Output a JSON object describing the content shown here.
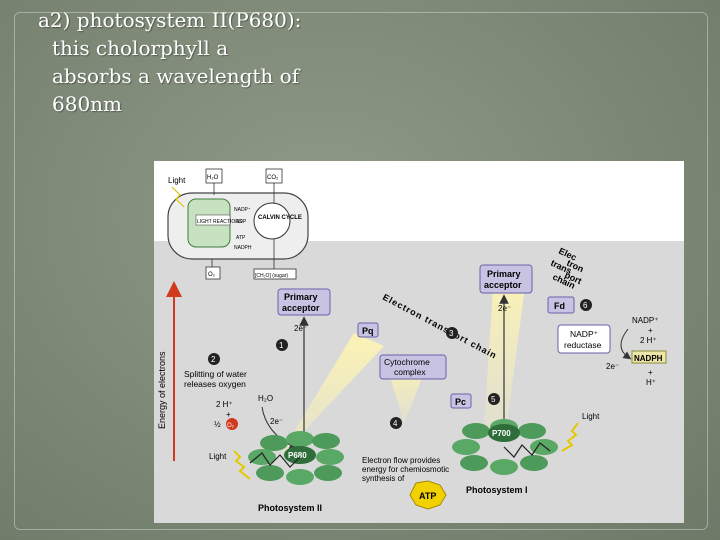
{
  "slide": {
    "heading_lines": [
      "a2) photosystem II(P680):",
      "this cholorphyll a",
      "absorbs a wavelength of",
      "680nm"
    ]
  },
  "diagram": {
    "inset": {
      "light": "Light",
      "h2o": "H₂O",
      "co2": "CO₂",
      "light_reactions": "LIGHT REACTIONS",
      "calvin_cycle": "CALVIN CYCLE",
      "nadp": "NADP⁺",
      "adp": "ADP",
      "atp": "ATP",
      "nadph": "NADPH",
      "o2": "O₂",
      "sugar": "[CH₂O] (sugar)"
    },
    "energy_axis": "Energy of electrons",
    "ps2_acceptor": [
      "Primary",
      "acceptor"
    ],
    "ps1_acceptor": [
      "Primary",
      "acceptor"
    ],
    "e_minus": "2e⁻",
    "e_minus_b": "2e⁻",
    "e_minus_c": "2e⁻",
    "e_minus_d": "2e⁻",
    "pq": "Pq",
    "cytochrome": [
      "Cytochrome",
      "complex"
    ],
    "pc": "Pc",
    "fd": "Fd",
    "etc1": "Electron transport chain",
    "etc2": [
      "Elec",
      "tron",
      "trans",
      "port",
      "chain"
    ],
    "nadp_reductase": [
      "NADP⁺",
      "reductase"
    ],
    "nadp_plus": "NADP⁺",
    "plus1": "+",
    "two_h": "2 H⁺",
    "nadph": "NADPH",
    "plus2": "+",
    "h_plus": "H⁺",
    "step1": "1",
    "step2": "2",
    "step3": "3",
    "step4": "4",
    "step5": "5",
    "step6": "6",
    "splitting": [
      "Splitting of water",
      "releases oxygen"
    ],
    "water": [
      "2 H⁺",
      "+",
      "½",
      "O₂",
      "H₂O"
    ],
    "light_left": "Light",
    "light_right": "Light",
    "p680": "P680",
    "p700": "P700",
    "flow_text": [
      "Electron flow provides",
      "energy for chemiosmotic",
      "synthesis of"
    ],
    "atp": "ATP",
    "ps2_label": "Photosystem II",
    "ps1_label": "Photosystem I"
  }
}
